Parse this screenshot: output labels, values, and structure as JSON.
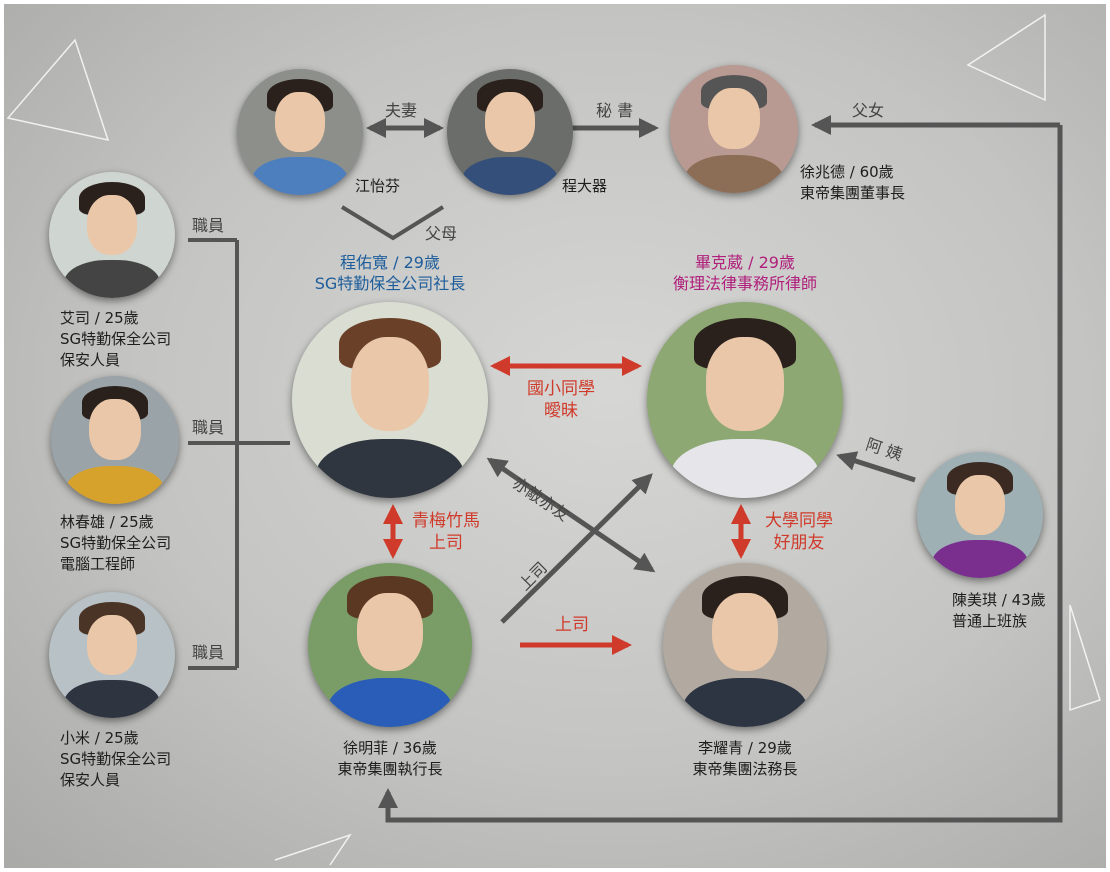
{
  "colors": {
    "red": "#d03a2a",
    "gray": "#555555",
    "blue": "#1d5d9b",
    "magenta": "#b0207c"
  },
  "characters": {
    "jiang": {
      "name": "江怡芬"
    },
    "cheng_daqi": {
      "name": "程大器"
    },
    "xu_zhaode": {
      "line1": "徐兆德 / 60歲",
      "line2": "東帝集團董事長"
    },
    "aisi": {
      "line1": "艾司 / 25歲",
      "line2": "SG特勤保全公司",
      "line3": "保安人員"
    },
    "lin": {
      "line1": "林春雄 / 25歲",
      "line2": "SG特勤保全公司",
      "line3": "電腦工程師"
    },
    "xiaomi": {
      "line1": "小米 / 25歲",
      "line2": "SG特勤保全公司",
      "line3": "保安人員"
    },
    "cheng_youkuan": {
      "line1": "程佑寬 / 29歲",
      "line2": "SG特勤保全公司社長"
    },
    "bi": {
      "line1": "畢克葳 / 29歲",
      "line2": "衡理法律事務所律師"
    },
    "xu_mingfei": {
      "line1": "徐明菲 / 36歲",
      "line2": "東帝集團執行長"
    },
    "li": {
      "line1": "李耀青 / 29歲",
      "line2": "東帝集團法務長"
    },
    "chen": {
      "line1": "陳美琪 / 43歲",
      "line2": "普通上班族"
    }
  },
  "relations": {
    "spouse": "夫妻",
    "secretary": "秘 書",
    "father_daughter": "父女",
    "parents": "父母",
    "staff1": "職員",
    "staff2": "職員",
    "staff3": "職員",
    "classmates1": "國小同學",
    "classmates2": "曖昧",
    "childhood1": "青梅竹馬",
    "childhood2": "上司",
    "college1": "大學同學",
    "college2": "好朋友",
    "boss_red": "上司",
    "frenemy": "亦敵亦友",
    "boss_gray": "上司",
    "aunt": "阿 姨"
  }
}
